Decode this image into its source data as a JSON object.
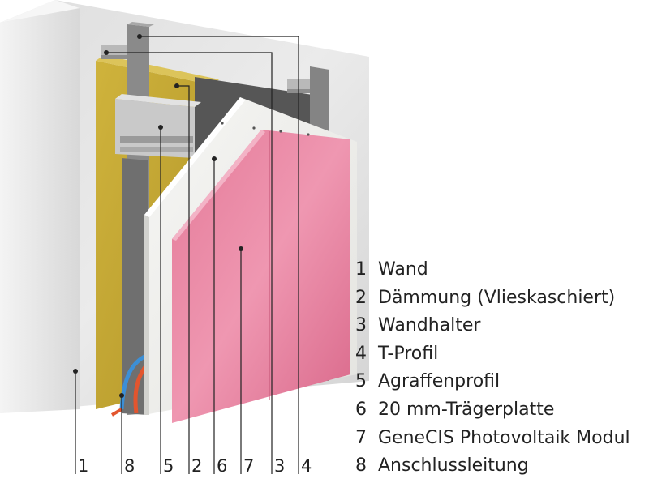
{
  "legend": [
    {
      "num": "1",
      "label": "Wand"
    },
    {
      "num": "2",
      "label": "Dämmung (Vlieskaschiert)"
    },
    {
      "num": "3",
      "label": "Wandhalter"
    },
    {
      "num": "4",
      "label": "T-Profil"
    },
    {
      "num": "5",
      "label": "Agraffenprofil"
    },
    {
      "num": "6",
      "label": "20 mm-Trägerplatte"
    },
    {
      "num": "7",
      "label": "GeneCIS Photovoltaik Modul"
    },
    {
      "num": "8",
      "label": "Anschlussleitung"
    }
  ],
  "callouts": [
    "1",
    "8",
    "5",
    "2",
    "6",
    "7",
    "3",
    "4"
  ],
  "colors": {
    "wall": "#e9e9e9",
    "insulation": "#c9ad37",
    "profile": "#7d7d7d",
    "carrier_board": "#f1f1ef",
    "pv_module": "#e98aa6",
    "cable_blue": "#3c8fd6",
    "cable_red": "#e2552e"
  }
}
